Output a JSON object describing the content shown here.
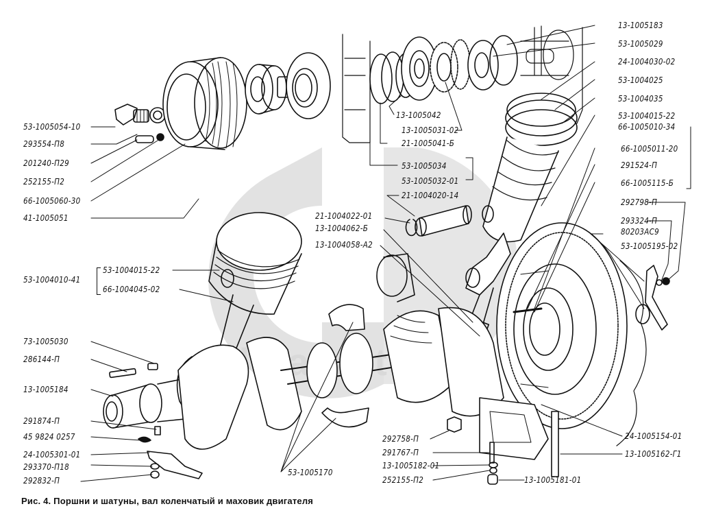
{
  "figure": {
    "caption": "Рис. 4. Поршни и шатуны, вал коленчатый и маховик двигателя",
    "watermark": {
      "logo": "GB",
      "text": "dataparts",
      "color": "#d9d9d9"
    },
    "ink_color": "#111111",
    "background": "#ffffff"
  },
  "callouts": {
    "left": [
      "53-1005054-10",
      "293554-П8",
      "201240-П29",
      "252155-П2",
      "66-1005060-30",
      "41-1005051"
    ],
    "piston_group": {
      "assembly": "53-1004010-41",
      "parts": [
        "53-1004015-22",
        "66-1004045-02"
      ]
    },
    "lower_left": [
      "73-1005030",
      "286144-П",
      "13-1005184",
      "291874-П",
      "45 9824 0257",
      "24-1005301-01",
      "293370-П18",
      "292832-П"
    ],
    "top_center": [
      "13-1005042",
      "13-1005031-02",
      "21-1005041-Б",
      "53-1005034",
      "53-1005032-01",
      "21-1004020-14"
    ],
    "center": [
      "21-1004022-01",
      "13-1004062-Б",
      "13-1004058-А2"
    ],
    "right": [
      "13-1005183",
      "53-1005029",
      "24-1004030-02",
      "53-1004025",
      "53-1004035",
      "53-1004015-22",
      "66-1005010-34",
      "66-1005011-20",
      "291524-П",
      "66-1005115-Б",
      "292798-П",
      "293324-П",
      "80203АС9",
      "53-1005195-02"
    ],
    "bottom_center": [
      "53-1005170"
    ],
    "bottom_right": [
      "292758-П",
      "291767-П",
      "13-1005182-01",
      "252155-П2",
      "13-1005181-01",
      "24-1005154-01",
      "13-1005162-Г1"
    ]
  }
}
